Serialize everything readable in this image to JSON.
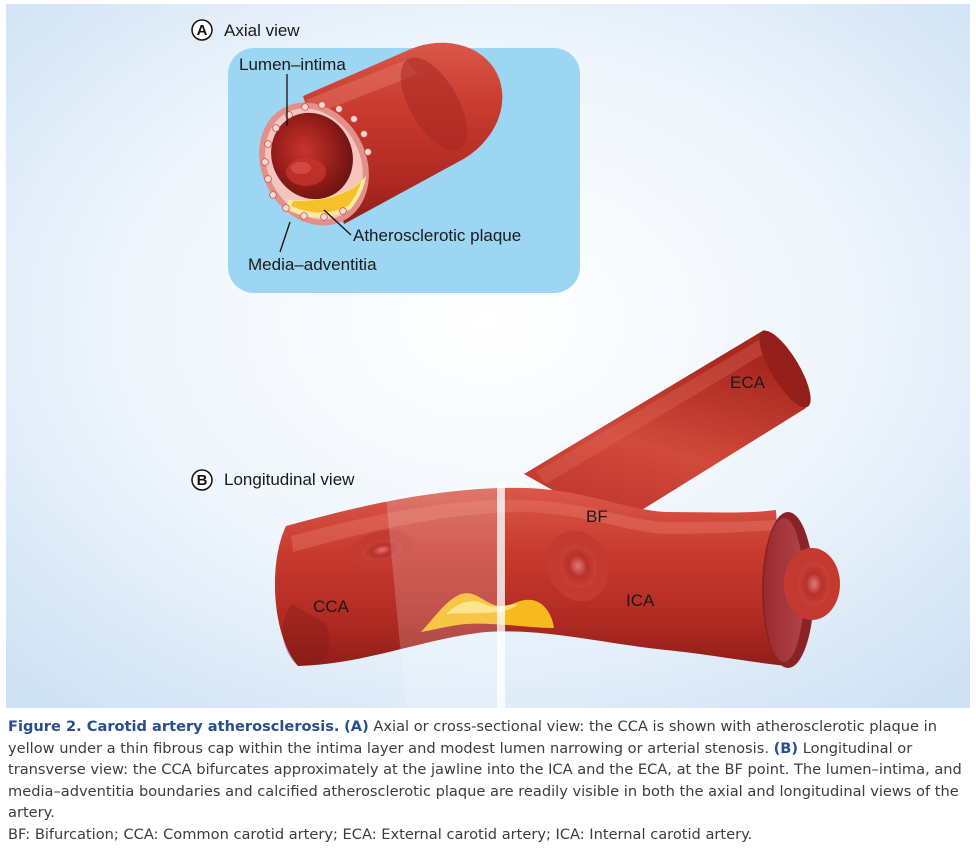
{
  "panel_a": {
    "letter": "A",
    "title": "Axial view",
    "labels": {
      "lumen_intima": "Lumen–intima",
      "plaque": "Atherosclerotic plaque",
      "media_adventitia": "Media–adventitia"
    }
  },
  "panel_b": {
    "letter": "B",
    "title": "Longitudinal view",
    "labels": {
      "eca": "ECA",
      "bf": "BF",
      "ica": "ICA",
      "cca": "CCA"
    }
  },
  "colors": {
    "background_blue": "#dbe9f7",
    "inset_blue": "#9dd6f2",
    "artery_red": "#c5352c",
    "plaque_yellow": "#f5c12a",
    "caption_title_blue": "#2a4d8f"
  },
  "caption": {
    "title": "Figure 2. Carotid artery atherosclerosis.",
    "a_marker": "(A)",
    "a_text": " Axial or cross-sectional view: the CCA is shown with atherosclerotic plaque in yellow under a thin fibrous cap within the intima layer and modest lumen narrowing or arterial stenosis.",
    "b_marker": "(B)",
    "b_text": " Longitudinal or transverse view: the CCA bifurcates approximately at the jawline into the ICA and the ECA, at the BF point. The lumen–intima, and media–adventitia boundaries and calcified atherosclerotic plaque are readily visible in both the axial and longitudinal views of the artery.",
    "abbreviations": "BF: Bifurcation; CCA: Common carotid artery; ECA: External carotid artery; ICA: Internal carotid artery."
  }
}
